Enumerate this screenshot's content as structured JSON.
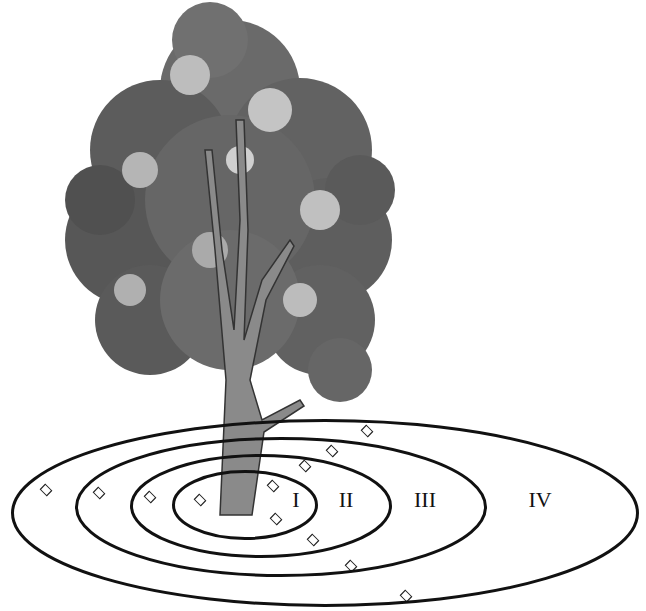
{
  "diagram": {
    "nodes": [
      {
        "text": [
          "IV"
        ]
      },
      {
        "text": [
          "III"
        ],
        "in": 0
      },
      {
        "text": [
          "II"
        ],
        "in": 1
      },
      {
        "text": [
          "I"
        ],
        "in": 2
      }
    ]
  }
}
